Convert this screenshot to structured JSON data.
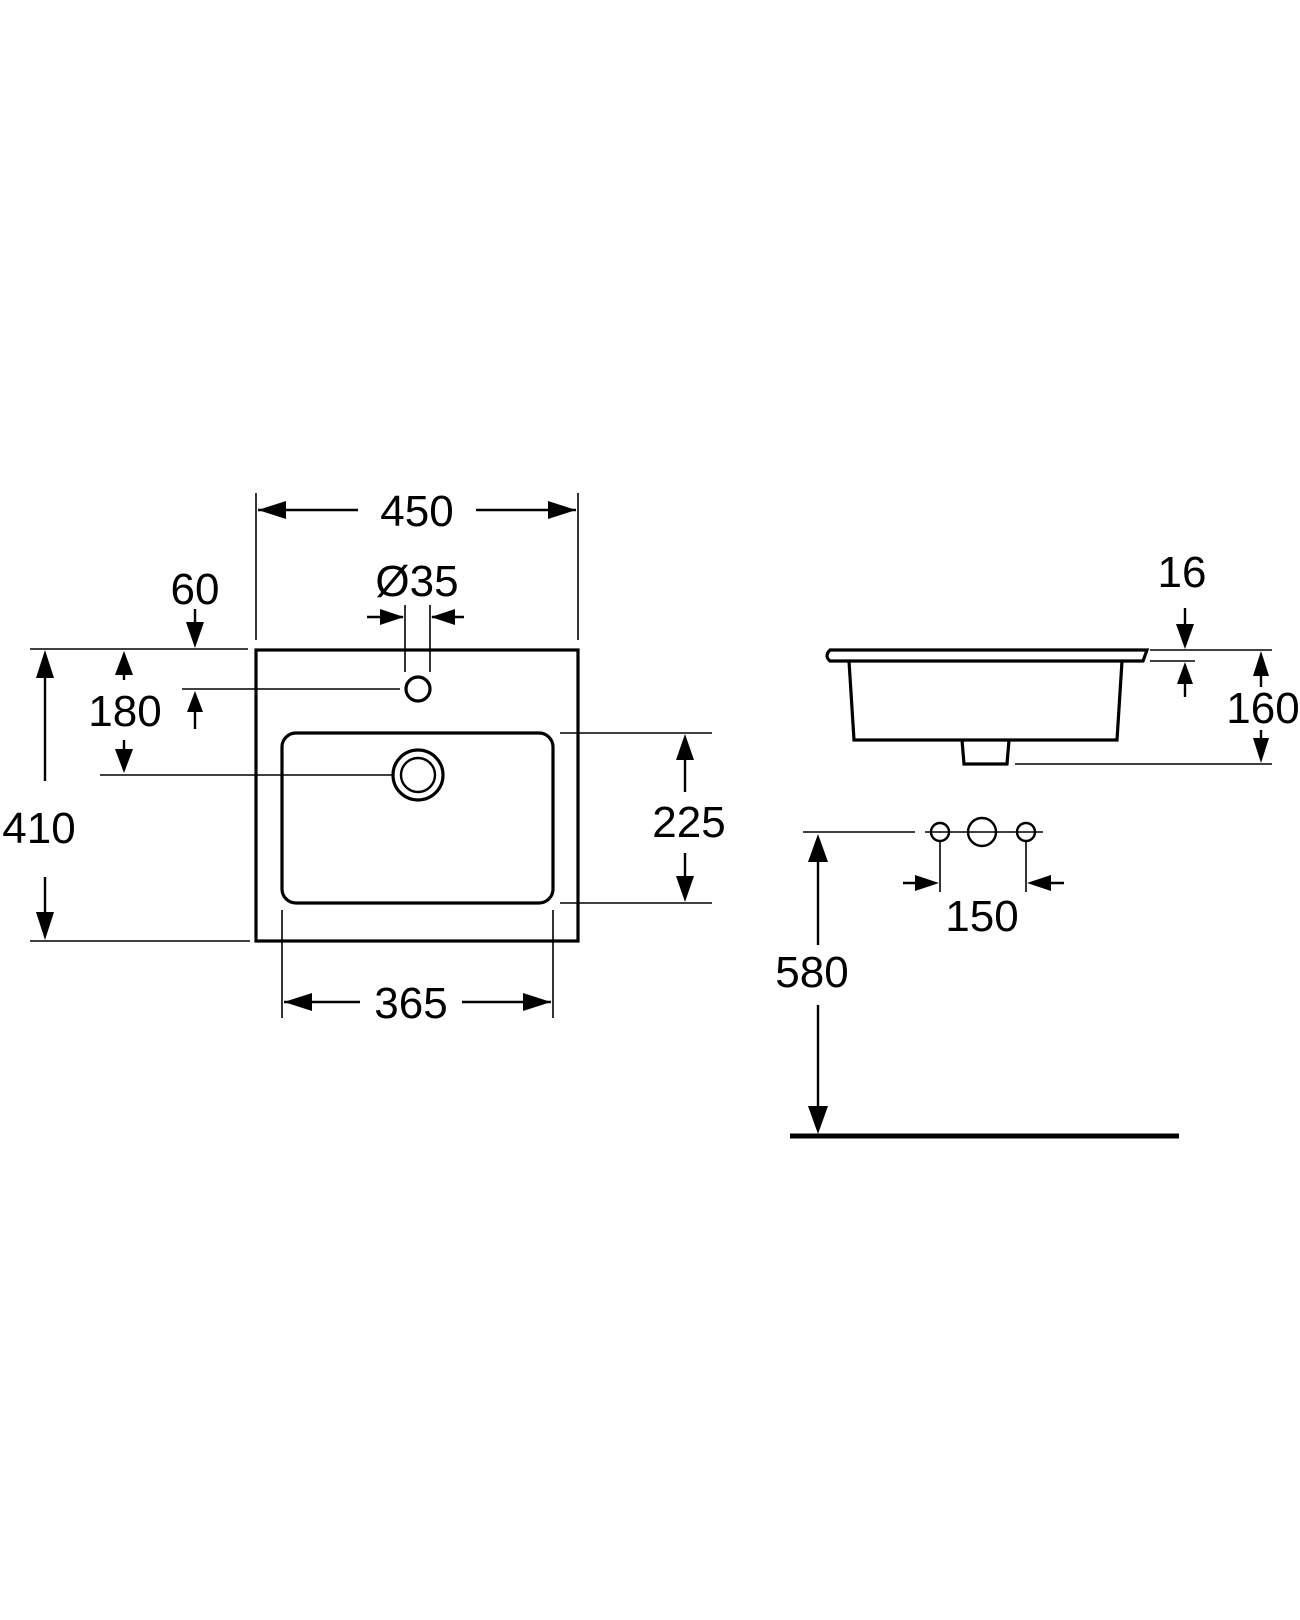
{
  "top_view": {
    "width": "450",
    "height": "410",
    "tap_hole_diameter": "Ø35",
    "tap_hole_offset": "60",
    "drain_distance": "180",
    "bowl_width": "365",
    "bowl_depth": "225"
  },
  "side_view": {
    "rim_thickness": "16",
    "total_height": "160"
  },
  "installation": {
    "tap_spacing": "150",
    "mounting_height": "580"
  }
}
